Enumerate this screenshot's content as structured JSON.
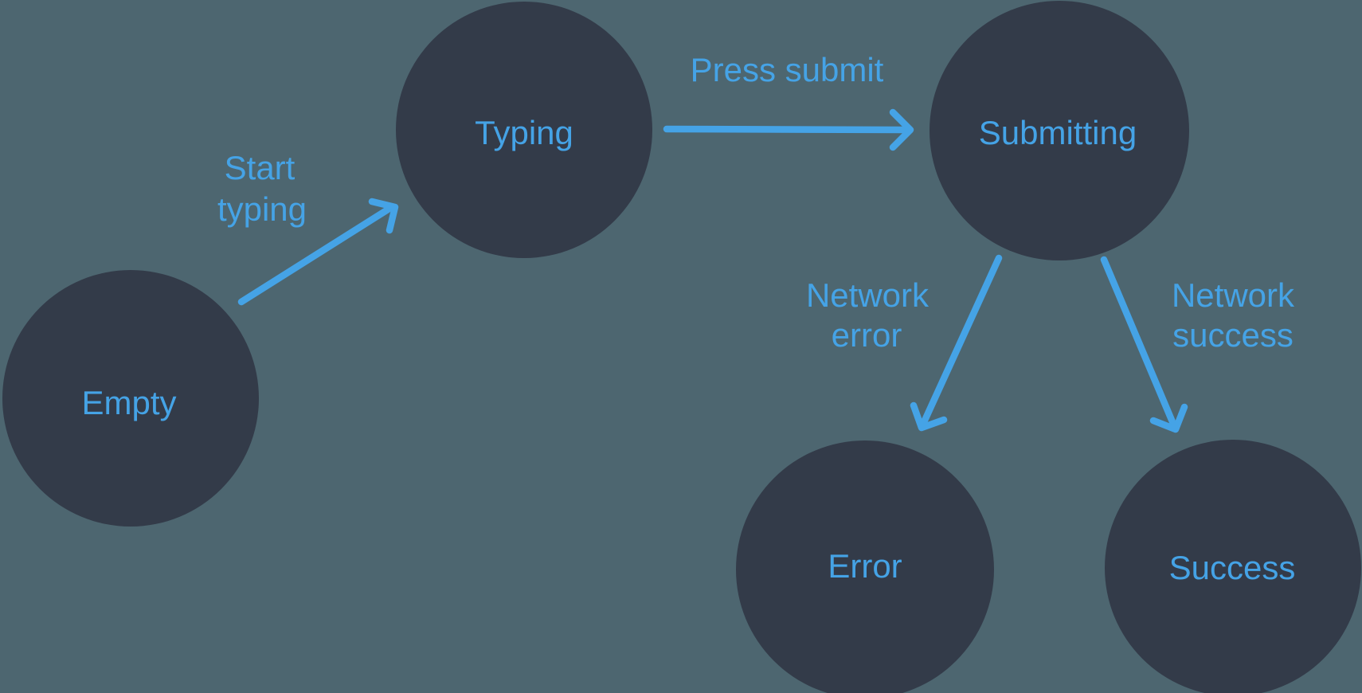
{
  "colors": {
    "background": "#4d6670",
    "node_fill": "#333b49",
    "accent": "#45a3e6"
  },
  "states": [
    {
      "id": "empty",
      "label": "Empty"
    },
    {
      "id": "typing",
      "label": "Typing"
    },
    {
      "id": "submitting",
      "label": "Submitting"
    },
    {
      "id": "error",
      "label": "Error"
    },
    {
      "id": "success",
      "label": "Success"
    }
  ],
  "transitions": [
    {
      "id": "start-typing",
      "from": "Empty",
      "to": "Typing",
      "lines": [
        "Start",
        "typing"
      ]
    },
    {
      "id": "press-submit",
      "from": "Typing",
      "to": "Submitting",
      "lines": [
        "Press submit"
      ]
    },
    {
      "id": "network-error",
      "from": "Submitting",
      "to": "Error",
      "lines": [
        "Network",
        "error"
      ]
    },
    {
      "id": "network-success",
      "from": "Submitting",
      "to": "Success",
      "lines": [
        "Network",
        "success"
      ]
    }
  ]
}
